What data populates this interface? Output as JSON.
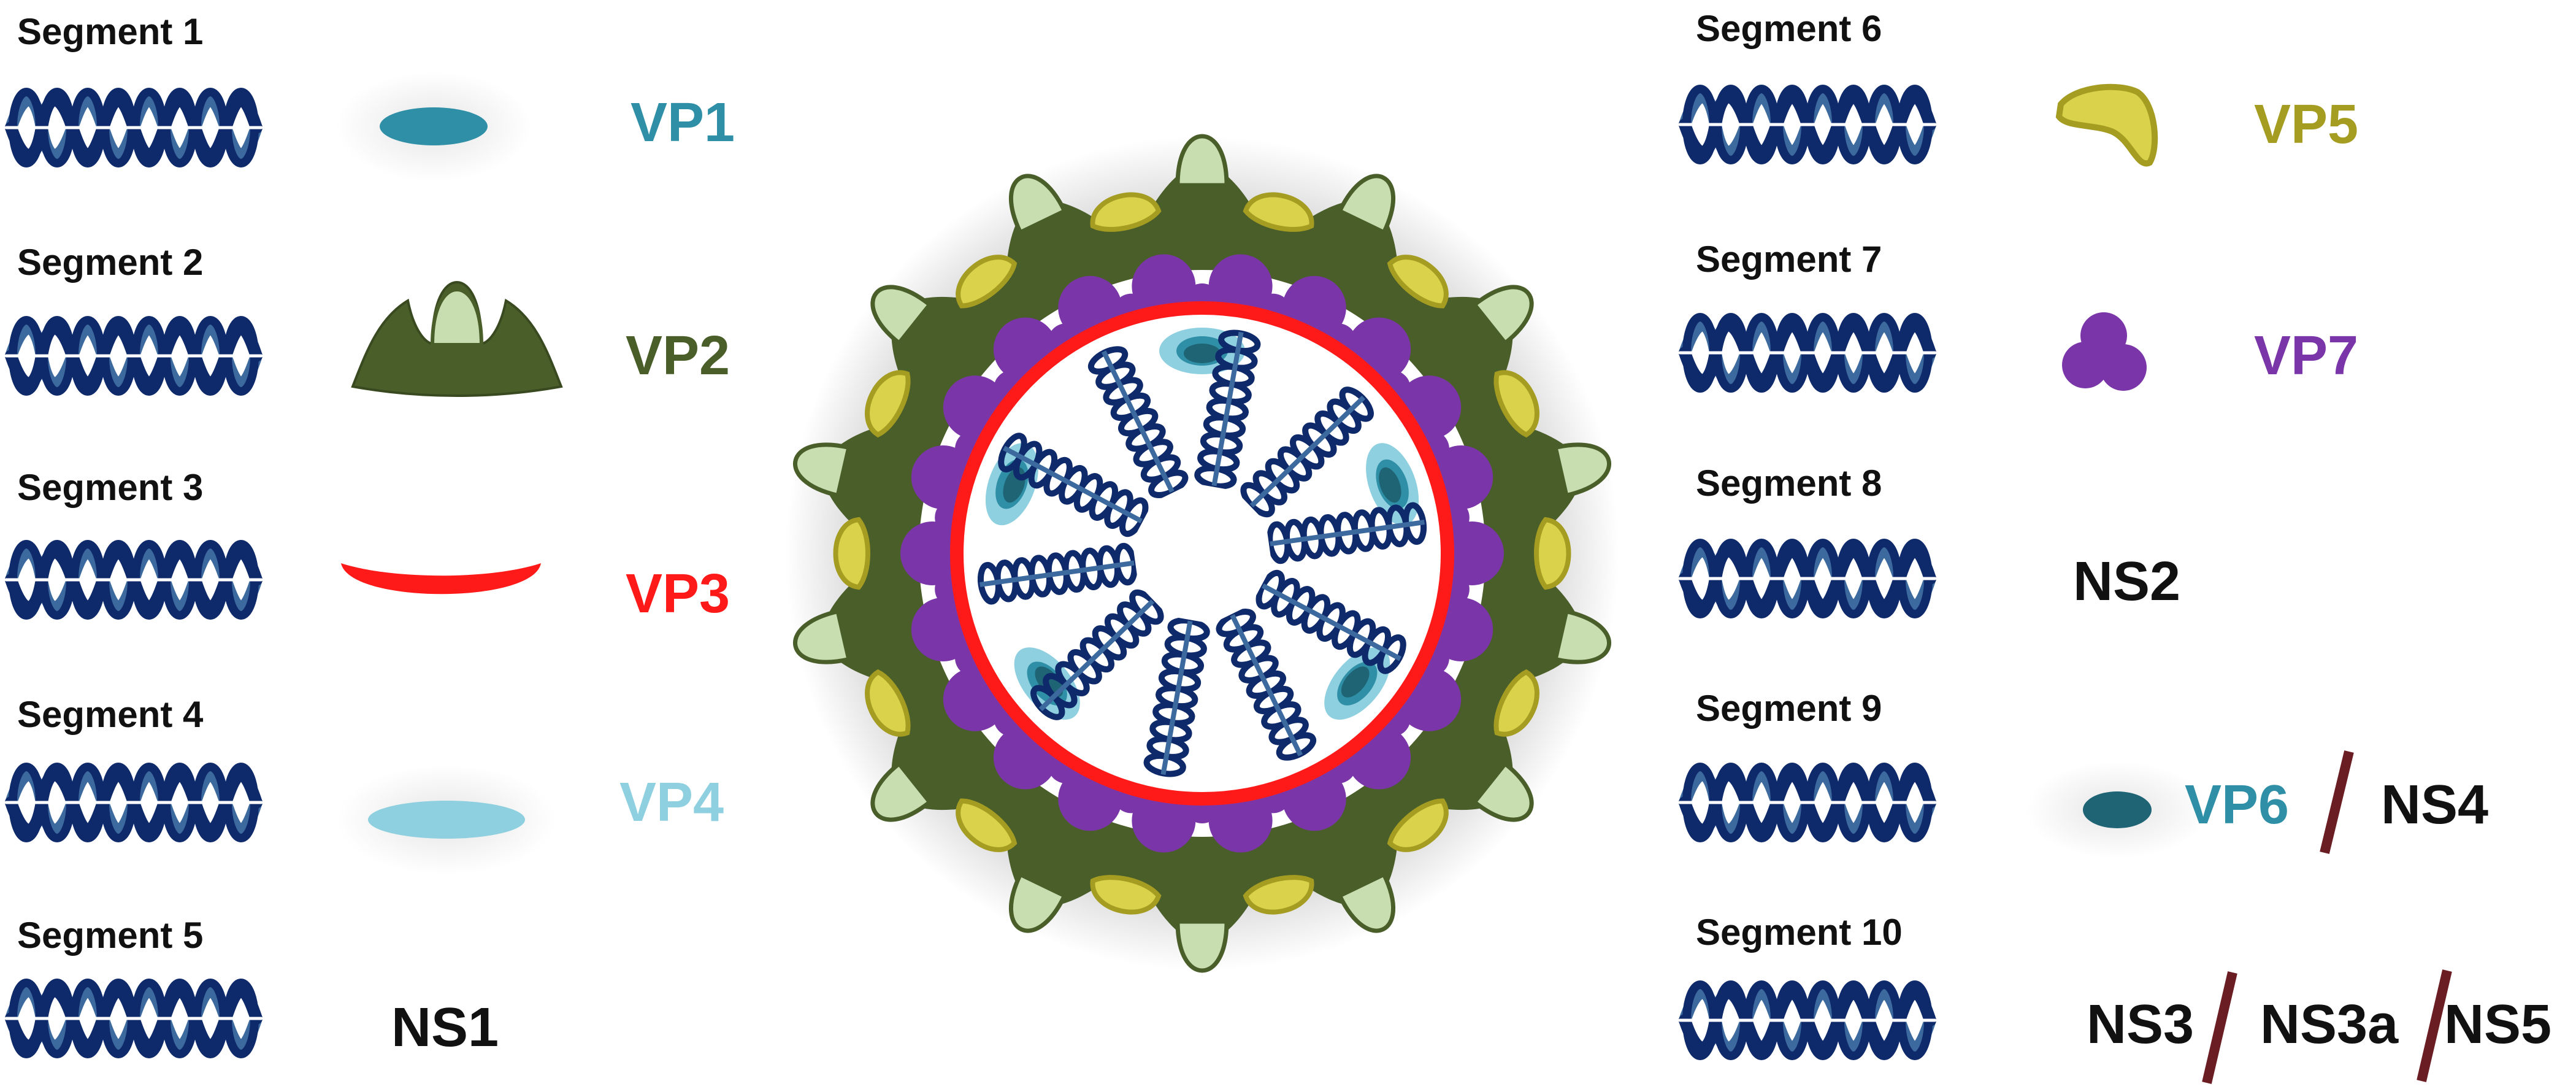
{
  "colors": {
    "rna_dark": "#0f2a6b",
    "rna_mid": "#3d6a9e",
    "rna_light": "#ffffff",
    "vp1": "#2f8fa6",
    "vp2_dark": "#4a5e2a",
    "vp2_light": "#c8ddb0",
    "vp3": "#ff1a1a",
    "vp4": "#8fd0e0",
    "vp5": "#d9d24a",
    "vp5_edge": "#a59c22",
    "vp6": "#1f6475",
    "vp7": "#7a36a8",
    "divider": "#6a1e24",
    "text_dark": "#111111"
  },
  "segments": [
    {
      "label": "Segment 1"
    },
    {
      "label": "Segment 2"
    },
    {
      "label": "Segment 3"
    },
    {
      "label": "Segment 4"
    },
    {
      "label": "Segment 5"
    },
    {
      "label": "Segment 6"
    },
    {
      "label": "Segment 7"
    },
    {
      "label": "Segment 8"
    },
    {
      "label": "Segment 9"
    },
    {
      "label": "Segment 10"
    }
  ],
  "proteins": {
    "vp1": "VP1",
    "vp2": "VP2",
    "vp3": "VP3",
    "vp4": "VP4",
    "ns1": "NS1",
    "vp5": "VP5",
    "vp7": "VP7",
    "ns2": "NS2",
    "vp6": "VP6",
    "ns4": "NS4",
    "ns3": "NS3",
    "ns3a": "NS3a",
    "ns5": "NS5"
  }
}
